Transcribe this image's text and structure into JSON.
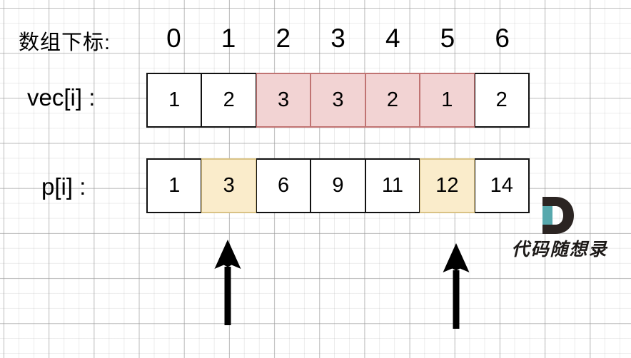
{
  "diagram": {
    "title": "prefix-sum-array-illustration",
    "labels": {
      "index_row": "数组下标:",
      "vec_row": "vec[i] :",
      "p_row": "p[i] :"
    },
    "indices": [
      "0",
      "1",
      "2",
      "3",
      "4",
      "5",
      "6"
    ],
    "vec": {
      "values": [
        "1",
        "2",
        "3",
        "3",
        "2",
        "1",
        "2"
      ],
      "highlight": [
        false,
        false,
        true,
        true,
        true,
        true,
        false
      ],
      "highlight_color": "#f2d3d3",
      "highlight_border": "#c07372"
    },
    "p": {
      "values": [
        "1",
        "3",
        "6",
        "9",
        "11",
        "12",
        "14"
      ],
      "highlight": [
        false,
        true,
        false,
        false,
        false,
        true,
        false
      ],
      "highlight_color": "#faeccb",
      "highlight_border": "#d9c285"
    },
    "arrows": [
      {
        "name": "arrow-index-1",
        "points_to_index": "1",
        "direction": "up"
      },
      {
        "name": "arrow-index-5",
        "points_to_index": "5",
        "direction": "up"
      }
    ],
    "colors": {
      "ink": "#000000",
      "grid_major": "#969696",
      "grid_minor": "#e8e8e8",
      "background": "#ffffff"
    }
  },
  "watermark": {
    "logo_letter": "D",
    "logo_dark": "#2b2422",
    "logo_accent": "#57a8ad",
    "text": "代码随想录"
  }
}
